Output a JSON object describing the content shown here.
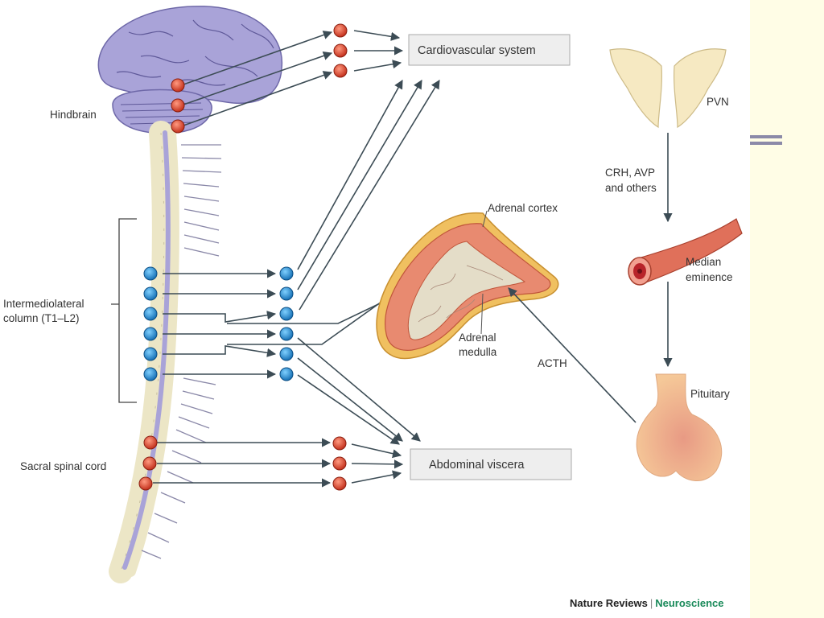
{
  "labels": {
    "hindbrain": "Hindbrain",
    "intermediolateral_line1": "Intermediolateral",
    "intermediolateral_line2": "column (T1–L2)",
    "sacral": "Sacral spinal cord",
    "cardiovascular": "Cardiovascular system",
    "abdominal": "Abdominal viscera",
    "adrenal_cortex": "Adrenal cortex",
    "adrenal_medulla_line1": "Adrenal",
    "adrenal_medulla_line2": "medulla",
    "acth": "ACTH",
    "pvn": "PVN",
    "crh_line1": "CRH, AVP",
    "crh_line2": "and others",
    "median_line1": "Median",
    "median_line2": "eminence",
    "pituitary": "Pituitary"
  },
  "credit": {
    "journal": "Nature Reviews",
    "separator": "|",
    "section": "Neuroscience"
  },
  "colors": {
    "parasympathetic_dot": "#d9452b",
    "sympathetic_dot": "#2a8ad0",
    "brain": "#a9a3d8",
    "bone": "#ece6c6",
    "adrenal": "#e88a70",
    "vessel": "#e0705a",
    "pituitary": "#f0b78c",
    "label_box": "#eeeeee",
    "credit_section": "#1a8a5a",
    "slide_background": "#fffde6"
  }
}
